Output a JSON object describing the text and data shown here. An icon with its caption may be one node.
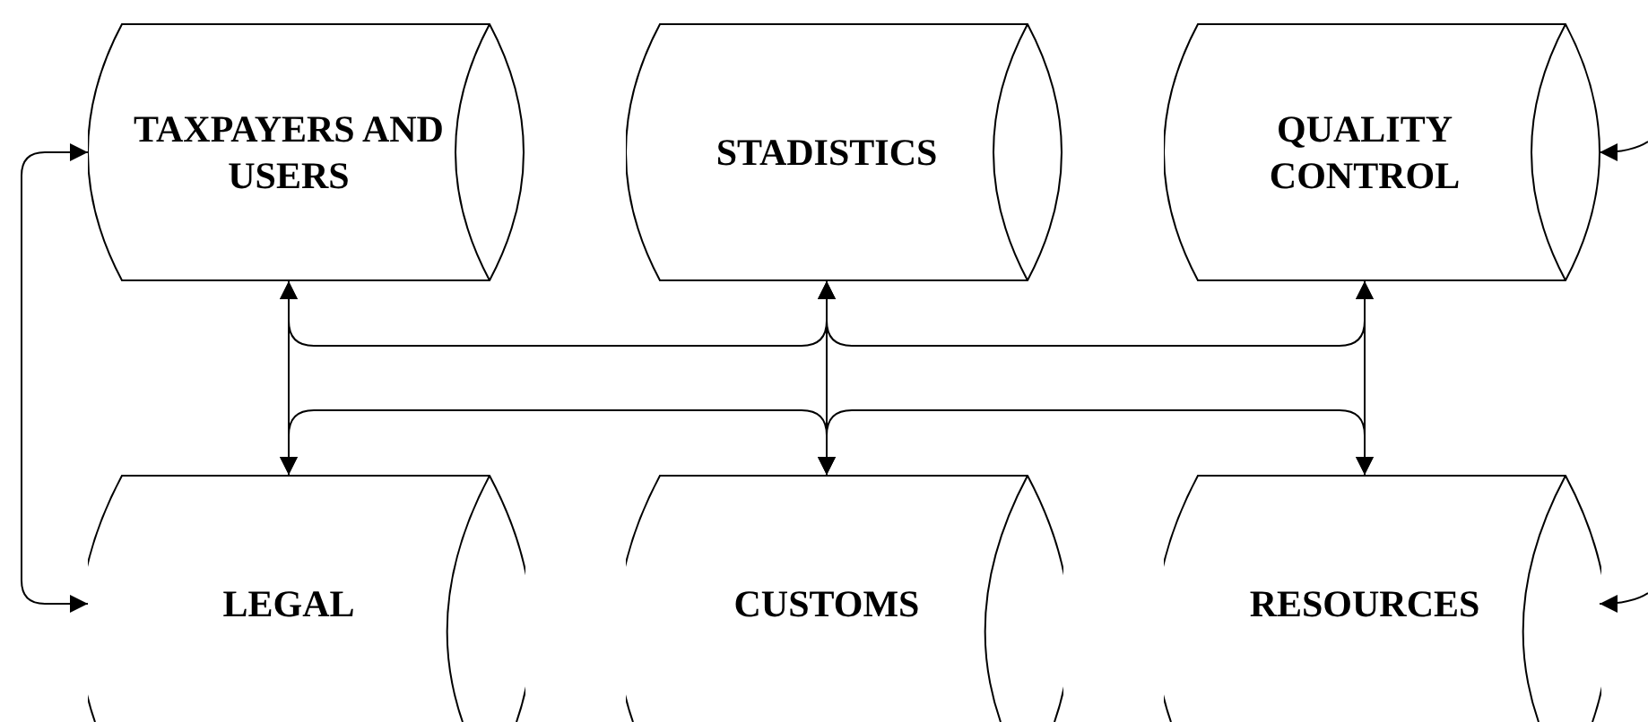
{
  "diagram": {
    "nodes": [
      {
        "text": [
          "TAXPAYERS AND USERS"
        ]
      },
      {
        "text": [
          "STADISTICS"
        ]
      },
      {
        "text": [
          "QUALITY CONTROL"
        ]
      },
      {
        "text": [
          "LEGAL"
        ]
      },
      {
        "text": [
          "CUSTOMS"
        ]
      },
      {
        "text": [
          "RESOURCES"
        ]
      }
    ],
    "edges": [
      {
        "from": 0,
        "to": 3,
        "arrow": "both"
      },
      {
        "from": 1,
        "to": 4,
        "arrow": "both"
      },
      {
        "from": 2,
        "to": 5,
        "arrow": "both"
      },
      {
        "from": 0,
        "to": 1,
        "arrow": "both"
      },
      {
        "from": 1,
        "to": 2,
        "arrow": "both"
      },
      {
        "from": 3,
        "to": 4,
        "arrow": "both"
      },
      {
        "from": 4,
        "to": 5,
        "arrow": "both"
      },
      {
        "from": 0,
        "to": 3,
        "arrow": "both"
      },
      {
        "from": null,
        "to": 2,
        "arrow": "to"
      },
      {
        "from": null,
        "to": 5,
        "arrow": "to"
      }
    ]
  }
}
